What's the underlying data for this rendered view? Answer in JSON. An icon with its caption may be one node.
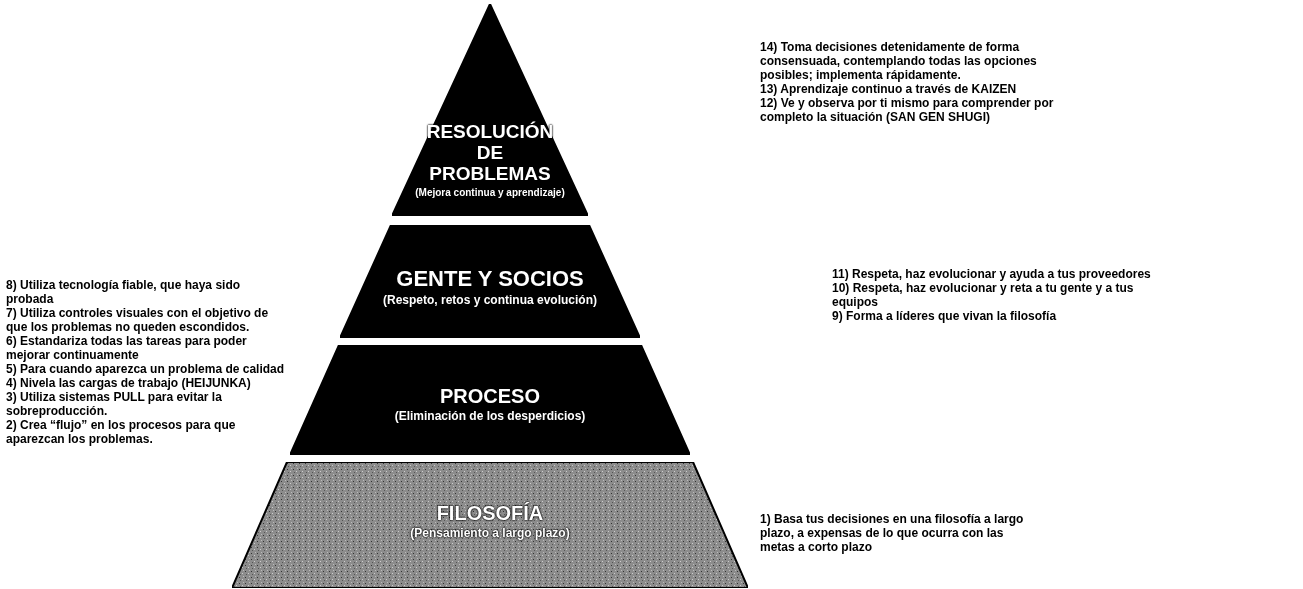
{
  "diagram": {
    "nodes": [
      {
        "text": [
          "RESOLUCIÓN DE PROBLEMAS",
          "(Mejora continua y aprendizaje)"
        ],
        "beside": [
          "14) Toma decisiones detenidamente de forma consensuada, contemplando todas las opciones posibles; implementa rápidamente.",
          "13) Aprendizaje continuo a través de KAIZEN",
          "12) Ve y observa por ti mismo para comprender por completo la situación (SAN GEN SHUGI)"
        ]
      },
      {
        "text": [
          "GENTE Y SOCIOS",
          "(Respeto, retos y continua evolución)"
        ],
        "beside": [
          "11) Respeta, haz evolucionar y ayuda a tus proveedores",
          "10) Respeta, haz evolucionar y reta a tu gente y a tus equipos",
          "9) Forma a líderes que vivan la filosofía"
        ]
      },
      {
        "text": [
          "PROCESO",
          "(Eliminación de los desperdicios)"
        ],
        "beside": [
          "8) Utiliza tecnología fiable, que haya sido probada",
          "7) Utiliza controles visuales con el objetivo de que los problemas no queden escondidos.",
          "6) Estandariza todas las tareas para poder mejorar continuamente",
          "5) Para cuando aparezca un problema de calidad",
          "4) Nivela las cargas de trabajo (HEIJUNKA)",
          "3) Utiliza sistemas PULL para evitar la sobreproducción.",
          "2) Crea “flujo” en los procesos para que aparezcan los problemas."
        ]
      },
      {
        "text": [
          "FILOSOFÍA",
          "(Pensamiento a largo plazo)"
        ],
        "beside": [
          "1) Basa tus decisiones en una filosofía a largo plazo, a expensas de lo que ocurra con las metas a corto plazo"
        ]
      }
    ],
    "edges": []
  }
}
